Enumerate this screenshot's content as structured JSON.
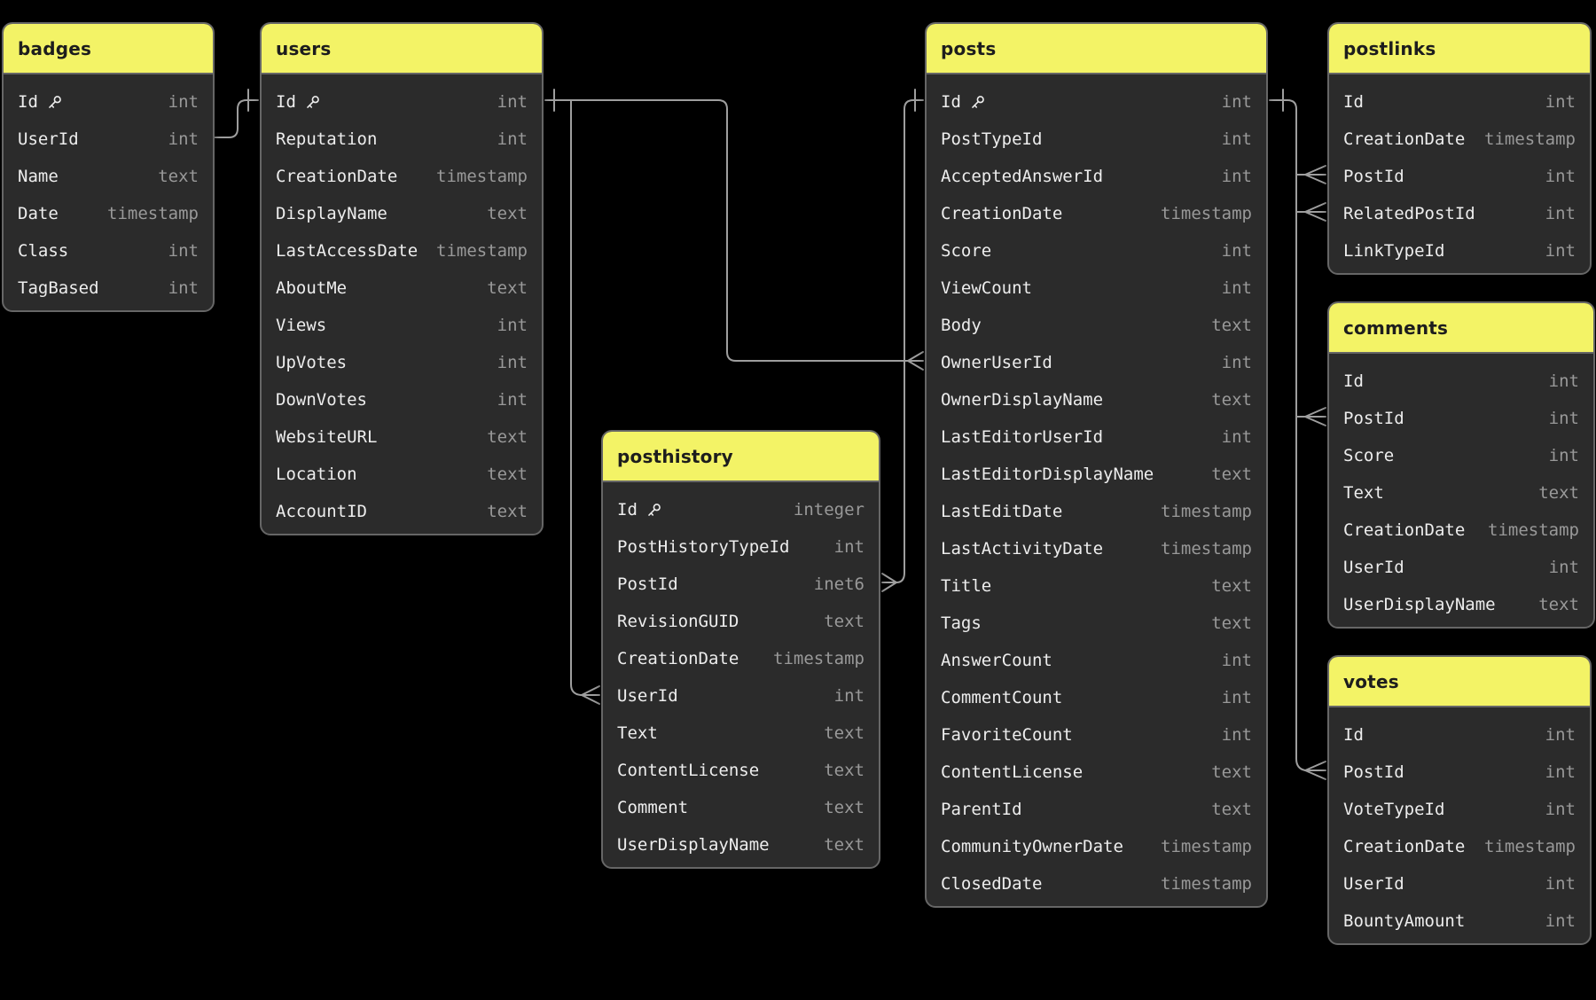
{
  "diagram": {
    "tables": [
      {
        "name": "badges",
        "fields": [
          {
            "name": "Id",
            "type": "int",
            "key": true
          },
          {
            "name": "UserId",
            "type": "int"
          },
          {
            "name": "Name",
            "type": "text"
          },
          {
            "name": "Date",
            "type": "timestamp"
          },
          {
            "name": "Class",
            "type": "int"
          },
          {
            "name": "TagBased",
            "type": "int"
          }
        ]
      },
      {
        "name": "users",
        "fields": [
          {
            "name": "Id",
            "type": "int",
            "key": true
          },
          {
            "name": "Reputation",
            "type": "int"
          },
          {
            "name": "CreationDate",
            "type": "timestamp"
          },
          {
            "name": "DisplayName",
            "type": "text"
          },
          {
            "name": "LastAccessDate",
            "type": "timestamp"
          },
          {
            "name": "AboutMe",
            "type": "text"
          },
          {
            "name": "Views",
            "type": "int"
          },
          {
            "name": "UpVotes",
            "type": "int"
          },
          {
            "name": "DownVotes",
            "type": "int"
          },
          {
            "name": "WebsiteURL",
            "type": "text"
          },
          {
            "name": "Location",
            "type": "text"
          },
          {
            "name": "AccountID",
            "type": "text"
          }
        ]
      },
      {
        "name": "posthistory",
        "fields": [
          {
            "name": "Id",
            "type": "integer",
            "key": true
          },
          {
            "name": "PostHistoryTypeId",
            "type": "int"
          },
          {
            "name": "PostId",
            "type": "inet6"
          },
          {
            "name": "RevisionGUID",
            "type": "text"
          },
          {
            "name": "CreationDate",
            "type": "timestamp"
          },
          {
            "name": "UserId",
            "type": "int"
          },
          {
            "name": "Text",
            "type": "text"
          },
          {
            "name": "ContentLicense",
            "type": "text"
          },
          {
            "name": "Comment",
            "type": "text"
          },
          {
            "name": "UserDisplayName",
            "type": "text"
          }
        ]
      },
      {
        "name": "posts",
        "fields": [
          {
            "name": "Id",
            "type": "int",
            "key": true
          },
          {
            "name": "PostTypeId",
            "type": "int"
          },
          {
            "name": "AcceptedAnswerId",
            "type": "int"
          },
          {
            "name": "CreationDate",
            "type": "timestamp"
          },
          {
            "name": "Score",
            "type": "int"
          },
          {
            "name": "ViewCount",
            "type": "int"
          },
          {
            "name": "Body",
            "type": "text"
          },
          {
            "name": "OwnerUserId",
            "type": "int"
          },
          {
            "name": "OwnerDisplayName",
            "type": "text"
          },
          {
            "name": "LastEditorUserId",
            "type": "int"
          },
          {
            "name": "LastEditorDisplayName",
            "type": "text"
          },
          {
            "name": "LastEditDate",
            "type": "timestamp"
          },
          {
            "name": "LastActivityDate",
            "type": "timestamp"
          },
          {
            "name": "Title",
            "type": "text"
          },
          {
            "name": "Tags",
            "type": "text"
          },
          {
            "name": "AnswerCount",
            "type": "int"
          },
          {
            "name": "CommentCount",
            "type": "int"
          },
          {
            "name": "FavoriteCount",
            "type": "int"
          },
          {
            "name": "ContentLicense",
            "type": "text"
          },
          {
            "name": "ParentId",
            "type": "text"
          },
          {
            "name": "CommunityOwnerDate",
            "type": "timestamp"
          },
          {
            "name": "ClosedDate",
            "type": "timestamp"
          }
        ]
      },
      {
        "name": "postlinks",
        "fields": [
          {
            "name": "Id",
            "type": "int"
          },
          {
            "name": "CreationDate",
            "type": "timestamp"
          },
          {
            "name": "PostId",
            "type": "int"
          },
          {
            "name": "RelatedPostId",
            "type": "int"
          },
          {
            "name": "LinkTypeId",
            "type": "int"
          }
        ]
      },
      {
        "name": "comments",
        "fields": [
          {
            "name": "Id",
            "type": "int"
          },
          {
            "name": "PostId",
            "type": "int"
          },
          {
            "name": "Score",
            "type": "int"
          },
          {
            "name": "Text",
            "type": "text"
          },
          {
            "name": "CreationDate",
            "type": "timestamp"
          },
          {
            "name": "UserId",
            "type": "int"
          },
          {
            "name": "UserDisplayName",
            "type": "text"
          }
        ]
      },
      {
        "name": "votes",
        "fields": [
          {
            "name": "Id",
            "type": "int"
          },
          {
            "name": "PostId",
            "type": "int"
          },
          {
            "name": "VoteTypeId",
            "type": "int"
          },
          {
            "name": "CreationDate",
            "type": "timestamp"
          },
          {
            "name": "UserId",
            "type": "int"
          },
          {
            "name": "BountyAmount",
            "type": "int"
          }
        ]
      }
    ],
    "relationships": [
      {
        "from": "badges.UserId",
        "to": "users.Id"
      },
      {
        "from": "posthistory.UserId",
        "to": "users.Id"
      },
      {
        "from": "posts.OwnerUserId",
        "to": "users.Id"
      },
      {
        "from": "posthistory.PostId",
        "to": "posts.Id"
      },
      {
        "from": "postlinks.PostId",
        "to": "posts.Id"
      },
      {
        "from": "postlinks.RelatedPostId",
        "to": "posts.Id"
      },
      {
        "from": "comments.PostId",
        "to": "posts.Id"
      },
      {
        "from": "votes.PostId",
        "to": "posts.Id"
      }
    ],
    "colors": {
      "background": "#000000",
      "card": "#2b2b2b",
      "card_border": "#666666",
      "header": "#f3f366",
      "title_text": "#1d1d1d",
      "field_text": "#ededed",
      "type_text": "#999999",
      "connector": "#9e9e9e"
    }
  }
}
